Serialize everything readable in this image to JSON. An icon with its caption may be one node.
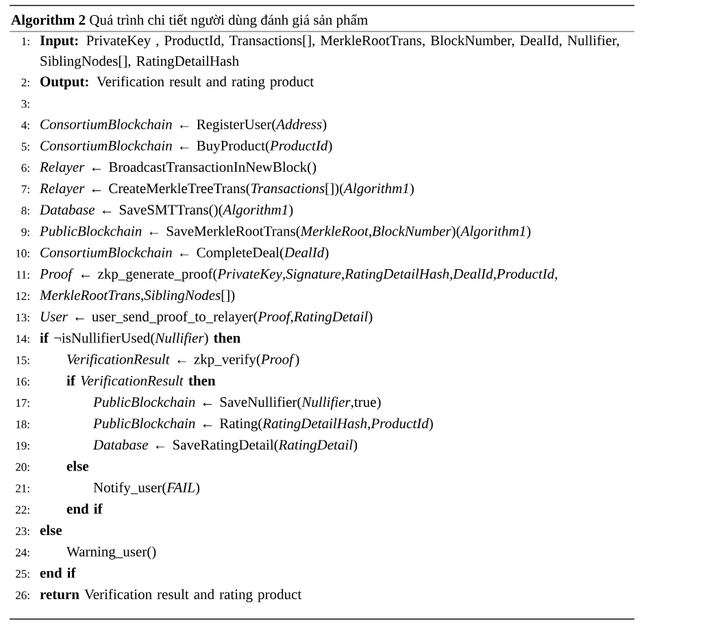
{
  "diagram": {
    "title": "**Algorithm 2** Quá trình chi tiết người dùng đánh giá sản phẩm",
    "labels": [
      "1:",
      "**Input:** PrivateKey , ProductId, Transactions[], MerkleRootTrans, BlockNumber, DealId, Nullifier, SiblingNodes[], RatingDetailHash",
      "2:",
      "**Output:** Verification result and rating product",
      "3:",
      "4:",
      "*ConsortiumBlockchain* ← RegisterUser(*Address*)",
      "5:",
      "*ConsortiumBlockchain* ← BuyProduct(*ProductId*)",
      "6:",
      "*Relayer* ← BroadcastTransactionInNewBlock()",
      "7:",
      "*Relayer* ← CreateMerkleTreeTrans(*Transactions*[])(*Algorithm1*)",
      "8:",
      "*Database* ← SaveSMTTrans()(*Algorithm1*)",
      "9:",
      "*PublicBlockchain* ← SaveMerkleRootTrans(*MerkleRoot*,*BlockNumber*)(*Algorithm1*)",
      "10:",
      "*ConsortiumBlockchain* ← CompleteDeal(*DealId*)",
      "11:",
      "*Proof* ← zkp_generate_proof(*PrivateKey*,*Signature*,*RatingDetailHash*,*DealId*,*ProductId*,",
      "12:",
      "*MerkleRootTrans*,*SiblingNodes*[])",
      "13:",
      "*User* ← user_send_proof_to_relayer(*Proof*,*RatingDetail*)",
      "14:",
      "**if** ¬isNullifierUsed(*Nullifier*) **then**",
      "15:",
      "*VerificationResult* ← zkp_verify(*Proof*)",
      "16:",
      "**if** *VerificationResult* **then**",
      "17:",
      "*PublicBlockchain* ← SaveNullifier(*Nullifier*,true)",
      "18:",
      "*PublicBlockchain* ← Rating(*RatingDetailHash*,*ProductId*)",
      "19:",
      "*Database* ← SaveRatingDetail(*RatingDetail*)",
      "20:",
      "else",
      "21:",
      "Notify_user(*FAIL*)",
      "22:",
      "end if",
      "23:",
      "else",
      "24:",
      "Warning_user()",
      "25:",
      "end if",
      "26:",
      "**return** Verification result and rating product"
    ]
  }
}
